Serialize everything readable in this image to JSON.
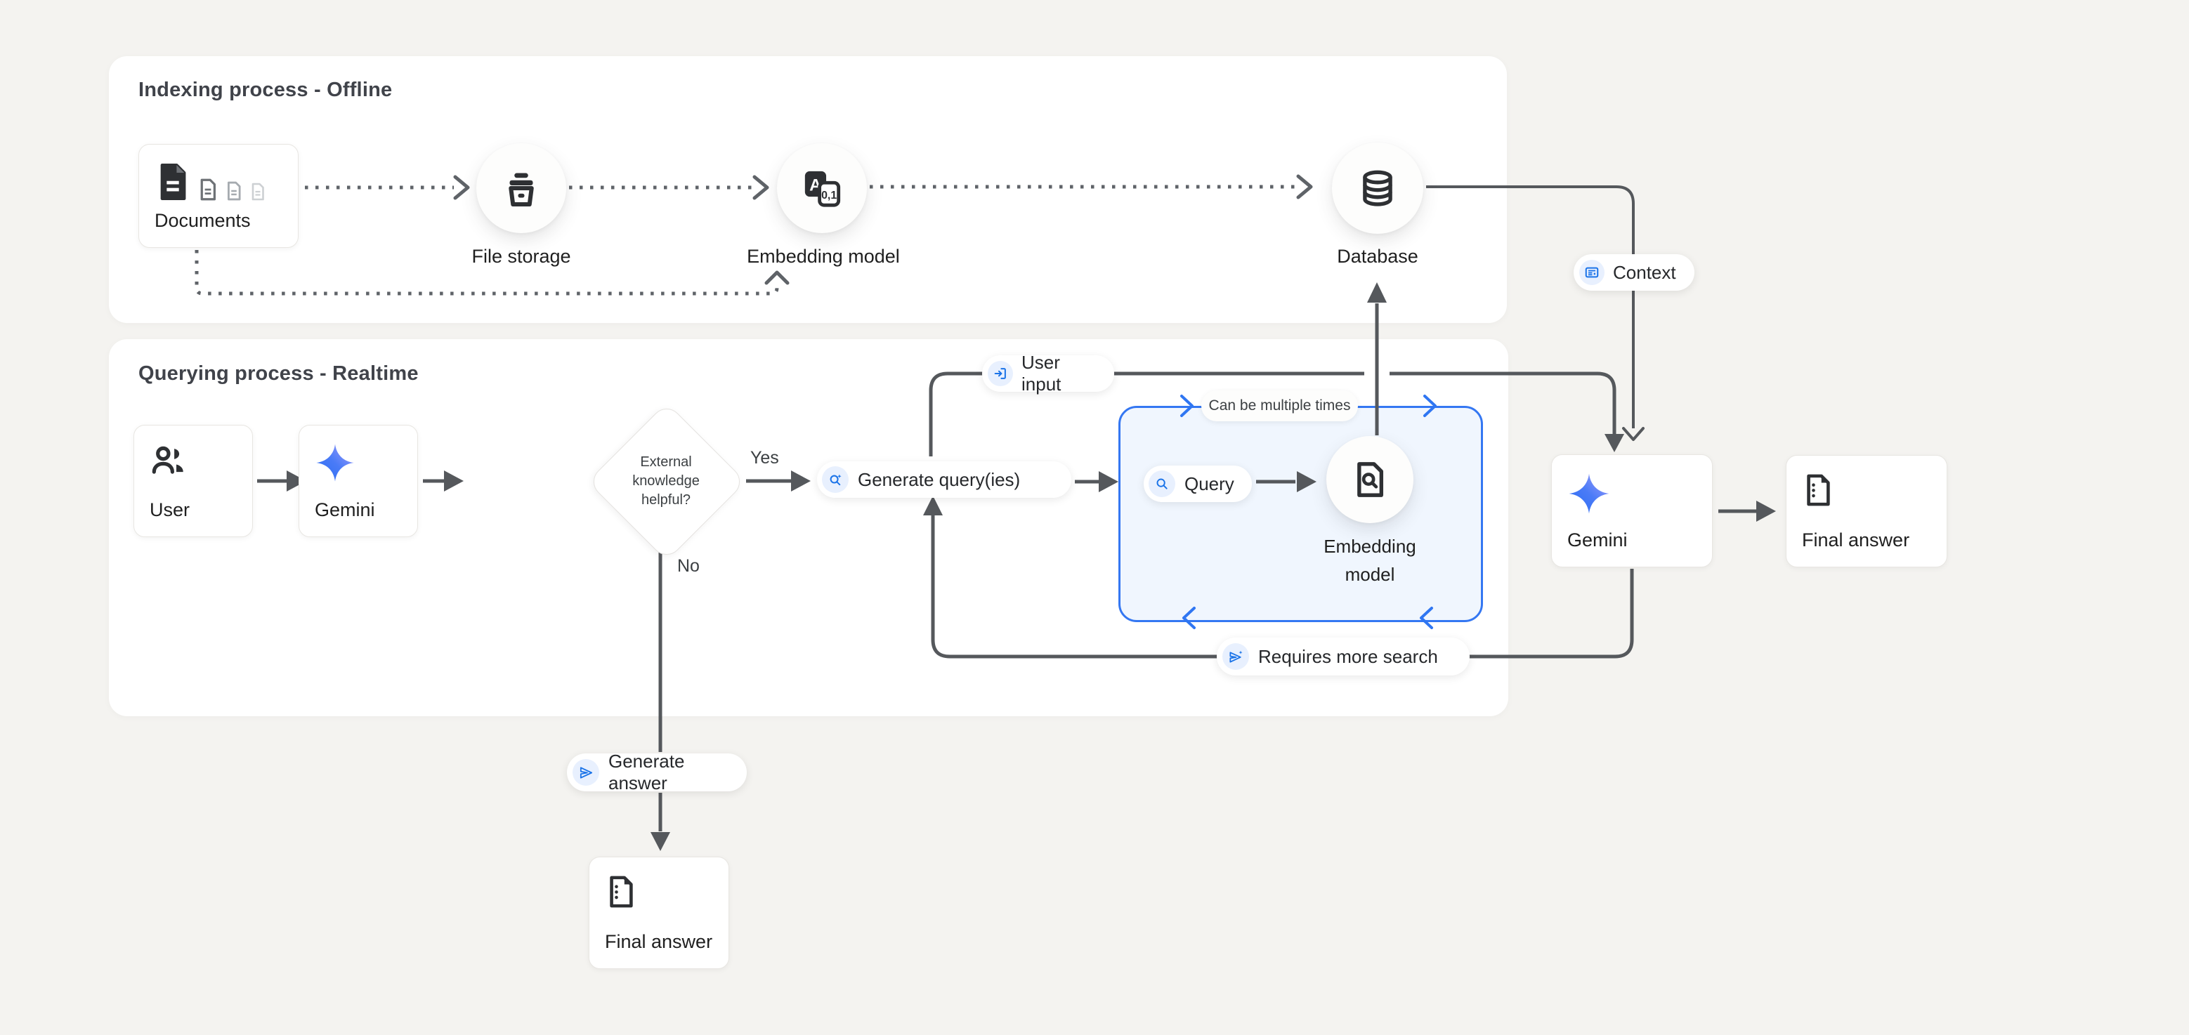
{
  "colors": {
    "background": "#f4f3f0",
    "panel": "#ffffff",
    "accent_blue": "#1a73e8",
    "box_border_blue": "#3477f2",
    "box_fill_blue": "#f0f6fe",
    "chip_blue": "#e8f0fe",
    "line_gray": "#55585c",
    "dash_gray": "#5f6368",
    "text_dark": "#1f1f1f",
    "title_gray": "#40434a"
  },
  "panel_indexing": {
    "title": "Indexing process - Offline",
    "documents_label": "Documents",
    "file_storage_label": "File storage",
    "embedding_model_label": "Embedding model",
    "database_label": "Database"
  },
  "panel_querying": {
    "title": "Querying process - Realtime",
    "user_label": "User",
    "gemini_label": "Gemini",
    "decision": {
      "l1": "External",
      "l2": "knowledge",
      "l3": "helpful?"
    },
    "yes_label": "Yes",
    "no_label": "No",
    "generate_queries_label": "Generate query(ies)",
    "query_label": "Query",
    "embedding_model_l1": "Embedding",
    "embedding_model_l2": "model",
    "loop_note": "Can be multiple times"
  },
  "labels": {
    "user_input": "User input",
    "context": "Context",
    "requires_more_search": "Requires more search",
    "generate_answer": "Generate answer",
    "final_answer_bottom": "Final answer",
    "gemini_right": "Gemini",
    "final_answer_right": "Final answer"
  }
}
